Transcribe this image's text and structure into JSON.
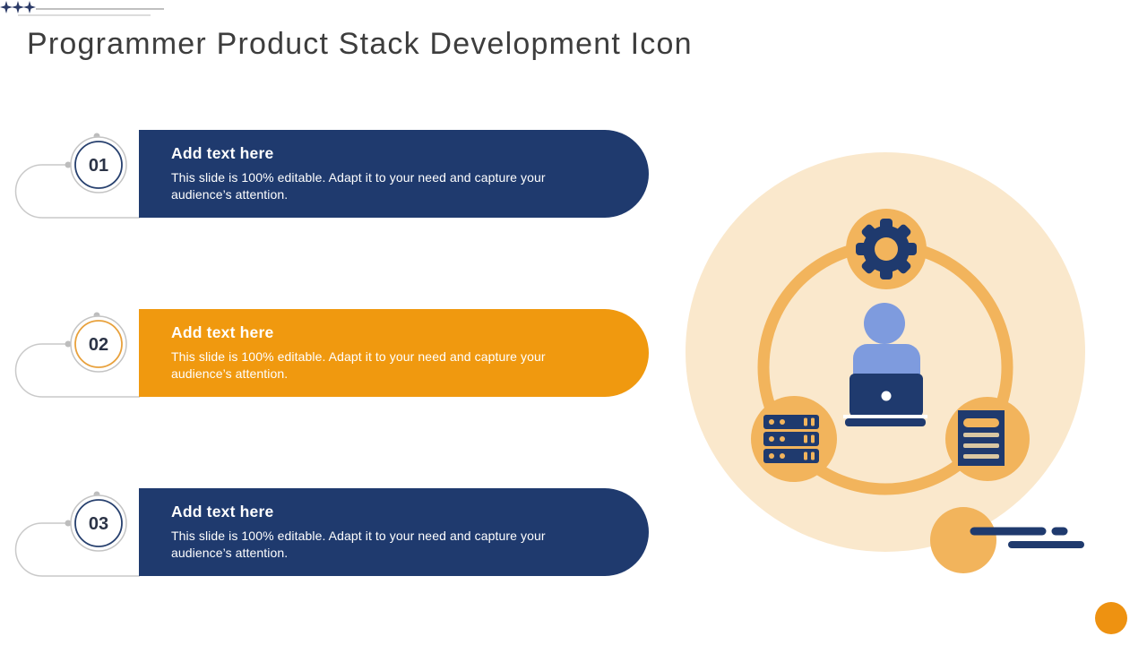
{
  "title": "Programmer Product Stack Development Icon",
  "items": [
    {
      "number": "01",
      "heading": "Add text here",
      "body": "This slide is 100% editable. Adapt it to your need and capture your audience’s attention.",
      "banner_color": "#1F3A6E",
      "ring_color": "#27406E"
    },
    {
      "number": "02",
      "heading": "Add text here",
      "body": "This slide is 100% editable. Adapt it to your need and capture your audience’s attention.",
      "banner_color": "#F0990F",
      "ring_color": "#E8A13C"
    },
    {
      "number": "03",
      "heading": "Add text here",
      "body": "This slide is 100% editable. Adapt it to your need and capture your audience’s attention.",
      "banner_color": "#1F3A6E",
      "ring_color": "#27406E"
    }
  ],
  "illustration": {
    "icons": [
      "gear-icon",
      "programmer-icon",
      "laptop-icon",
      "server-icon",
      "document-icon"
    ],
    "colors": {
      "pale_circle": "#FAE8CC",
      "orbit_orange": "#F2B45C",
      "navy": "#1F3A6E",
      "periwinkle": "#7E9BDE",
      "doc_line_beige": "#D9C7A2"
    }
  },
  "decor": {
    "sparkle_color": "#2B3A67",
    "accent_dot_color": "#EE9211",
    "title_color": "#3d3d3d"
  }
}
